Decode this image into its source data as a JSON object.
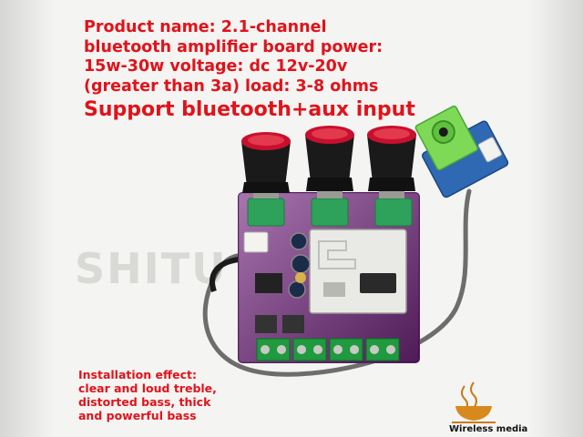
{
  "product_text": {
    "line1": "Product name: 2.1-channel",
    "line2": "bluetooth amplifier board power:",
    "line3": "15w-30w voltage: dc 12v-20v",
    "line4": "(greater than 3a) load: 3-8 ohms"
  },
  "headline": "Support bluetooth+aux input",
  "effect_text": {
    "line1": "Installation effect:",
    "line2": "clear and loud treble,",
    "line3": "distorted bass, thick",
    "line4": "and powerful bass"
  },
  "watermark": "SHITU",
  "brand": "Wireless media",
  "colors": {
    "text_red": "#e0131b",
    "pcb_purple": "#7a2a86",
    "terminal_green": "#1f9a3e",
    "knob_black": "#1a1a1a",
    "knob_red": "#c8102e",
    "aux_jack_green": "#7ed957"
  }
}
